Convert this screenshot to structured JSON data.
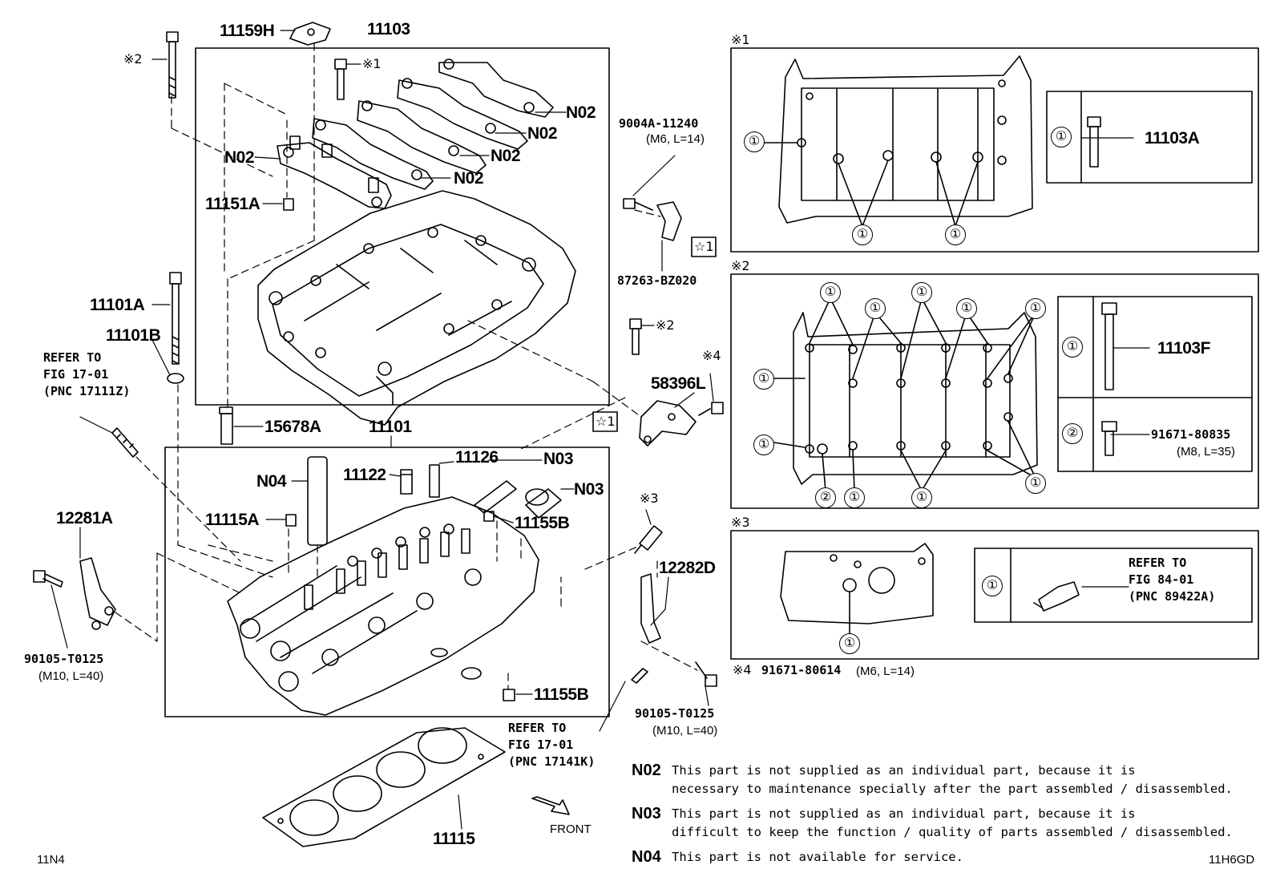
{
  "labels": {
    "p11159H": "11159H",
    "p11103": "11103",
    "p11101": "11101",
    "p11101A": "11101A",
    "p11101B": "11101B",
    "p11151A": "11151A",
    "p15678A": "15678A",
    "p11122": "11122",
    "p11126": "11126",
    "p11115A": "11115A",
    "p11155B_top": "11155B",
    "p11155B_bot": "11155B",
    "p12281A": "12281A",
    "p12282D": "12282D",
    "p58396L": "58396L",
    "p11115": "11115",
    "p9004A": "9004A-11240",
    "p9004A_spec": "(M6, L=14)",
    "p87263": "87263-BZ020",
    "p90105_left": "90105-T0125",
    "p90105_left_spec": "(M10, L=40)",
    "p90105_right": "90105-T0125",
    "p90105_right_spec": "(M10, L=40)",
    "p11103A": "11103A",
    "p11103F": "11103F",
    "p91671_80835": "91671-80835",
    "p91671_80835_spec": "(M8, L=35)",
    "p91671_80614": "91671-80614",
    "p91671_80614_spec": "(M6, L=14)",
    "n02": "N02",
    "n03": "N03",
    "n04": "N04",
    "front": "FRONT"
  },
  "refs": {
    "left": "REFER TO\nFIG 17-01\n(PNC 17111Z)",
    "bottom": "REFER TO\nFIG 17-01\n(PNC 17141K)",
    "sensor": "REFER TO\nFIG 84-01\n(PNC 89422A)"
  },
  "marks": {
    "k1": "※1",
    "k2": "※2",
    "k3": "※3",
    "k4": "※4",
    "star1": "☆1",
    "c1": "①",
    "c2": "②"
  },
  "notes": [
    {
      "code": "N02",
      "text": "This part is not supplied as an individual part, because it is\nnecessary to maintenance specially after the part assembled / disassembled."
    },
    {
      "code": "N03",
      "text": "This part is not supplied as an individual part, because it is\ndifficult to keep the function / quality of parts assembled / disassembled."
    },
    {
      "code": "N04",
      "text": "This part is not available for service."
    }
  ],
  "footer": {
    "left_code": "11N4",
    "right_code": "11H6GD"
  }
}
